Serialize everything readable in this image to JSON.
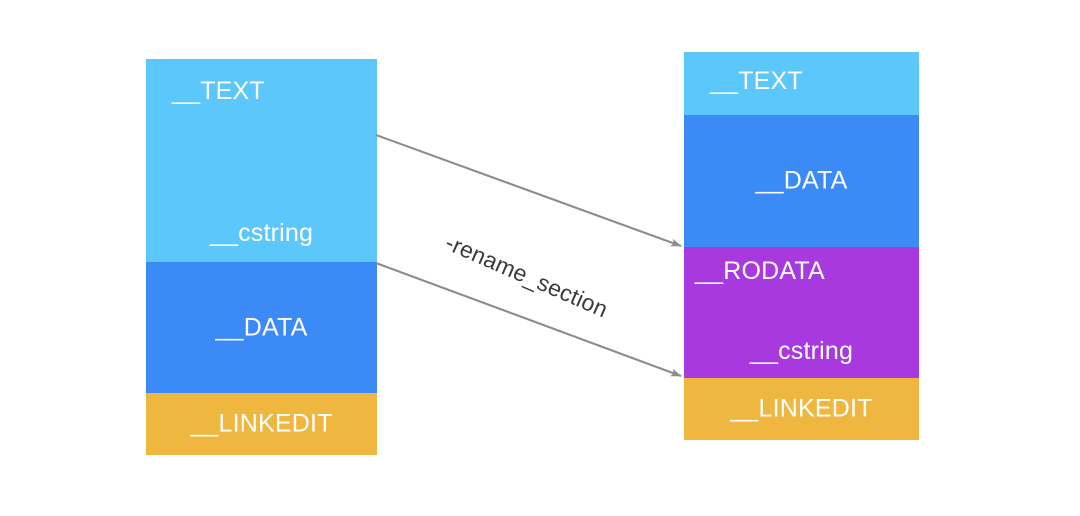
{
  "diagram": {
    "title": "Mach-O segment rename_section diagram",
    "background": "#ffffff",
    "transform_label": "-rename_section",
    "arrow_color": "#8c8c8c",
    "palette": {
      "text_seg": "#5cc7fa",
      "data_seg": "#3b8af5",
      "rodata_seg": "#a739de",
      "linkedit_seg": "#efb740",
      "label_text": "#ffffff",
      "flag_text": "#3a3a3a"
    }
  },
  "before": {
    "name": "before-binary-layout",
    "segments": [
      {
        "id": "text",
        "label": "__TEXT",
        "color": "#5cc7fa",
        "inner_label": "__cstring"
      },
      {
        "id": "data",
        "label": "__DATA",
        "color": "#3b8af5"
      },
      {
        "id": "linkedit",
        "label": "__LINKEDIT",
        "color": "#efb740"
      }
    ]
  },
  "after": {
    "name": "after-binary-layout",
    "segments": [
      {
        "id": "text",
        "label": "__TEXT",
        "color": "#5cc7fa"
      },
      {
        "id": "data",
        "label": "__DATA",
        "color": "#3b8af5"
      },
      {
        "id": "rodata",
        "label": "__RODATA",
        "color": "#a739de",
        "inner_label": "__cstring"
      },
      {
        "id": "linkedit",
        "label": "__LINKEDIT",
        "color": "#efb740"
      }
    ]
  },
  "arrows": [
    {
      "name": "arrow-text-to-rodata",
      "from": "before.__TEXT",
      "to": "after.__RODATA"
    },
    {
      "name": "arrow-cstring-to-linkedit-boundary",
      "from": "before.__TEXT/__DATA boundary",
      "to": "after.__RODATA/__LINKEDIT boundary"
    }
  ]
}
